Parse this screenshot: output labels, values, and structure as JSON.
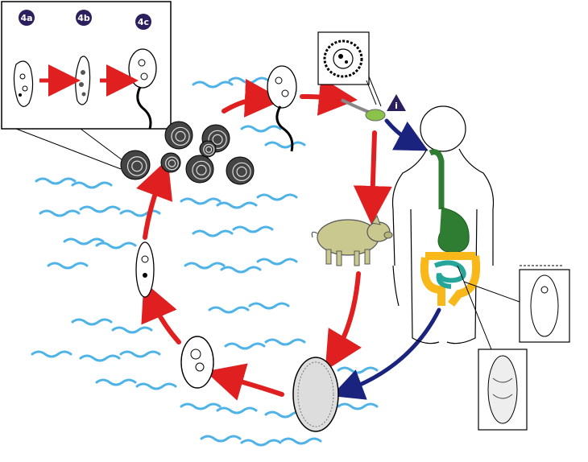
{
  "labels": {
    "stage_4a": "4a",
    "stage_4b": "4b",
    "stage_4c": "4c",
    "infective_stage": "i"
  },
  "colors": {
    "lifecycle_arrow": "#e02020",
    "human_arrow": "#1a237e",
    "badge": "#2b1f5e",
    "water": "#4fb3e8",
    "stomach": "#2e7d32",
    "small_intestine": "#26a69a",
    "large_intestine": "#f9b81a",
    "pig": "#c9c98f",
    "vegetation": "#7cb342"
  },
  "icons": [
    "snail-icon",
    "pig-icon",
    "human-silhouette-icon",
    "watercress-icon",
    "egg-icon",
    "miracidium-icon",
    "cercaria-icon",
    "metacercaria-icon",
    "adult-fluke-icon"
  ]
}
